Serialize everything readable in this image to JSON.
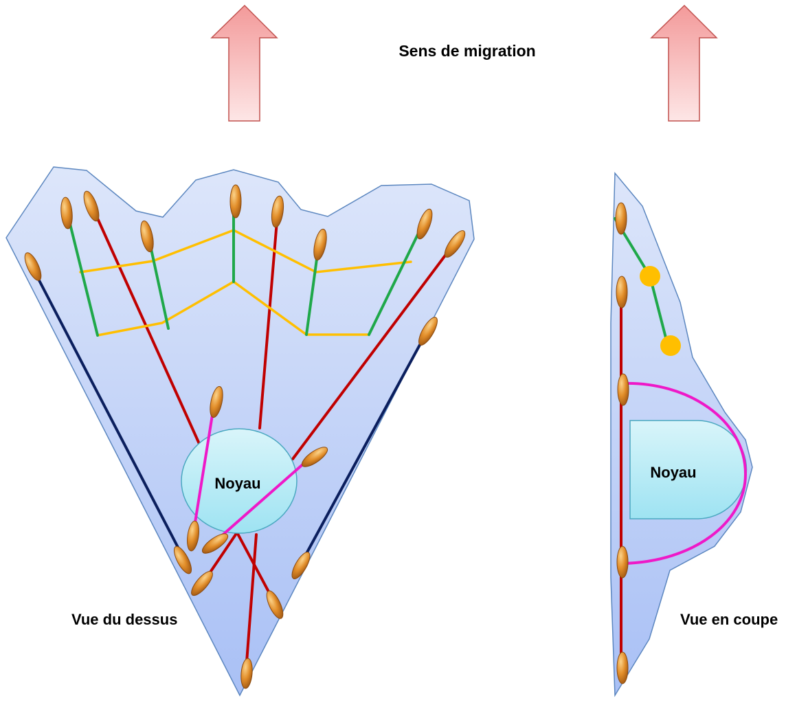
{
  "labels": {
    "migration": "Sens de migration",
    "top_view": "Vue du dessus",
    "section_view": "Vue en coupe",
    "nucleus_top": "Noyau",
    "nucleus_section": "Noyau"
  },
  "colors": {
    "cell_fill_top": "#dde6fa",
    "cell_fill_bottom": "#a9c0f5",
    "cell_outline": "#5b86bf",
    "arrow_fill": "#f5a3a3",
    "arrow_outline": "#c0504d",
    "nucleus_fill": "#c5f0f7",
    "nucleus_outline": "#4aa8c0",
    "anchor_fill": "#d9882b",
    "anchor_outline": "#8a4a10",
    "dark_blue_fiber": "#0b1f5e",
    "red_fiber": "#c00000",
    "green_fiber": "#1fa84a",
    "yellow_fiber": "#ffbf00",
    "magenta_fiber": "#ee19c8"
  },
  "icons": [
    "migration-arrow-icon",
    "focal-adhesion-icon"
  ]
}
